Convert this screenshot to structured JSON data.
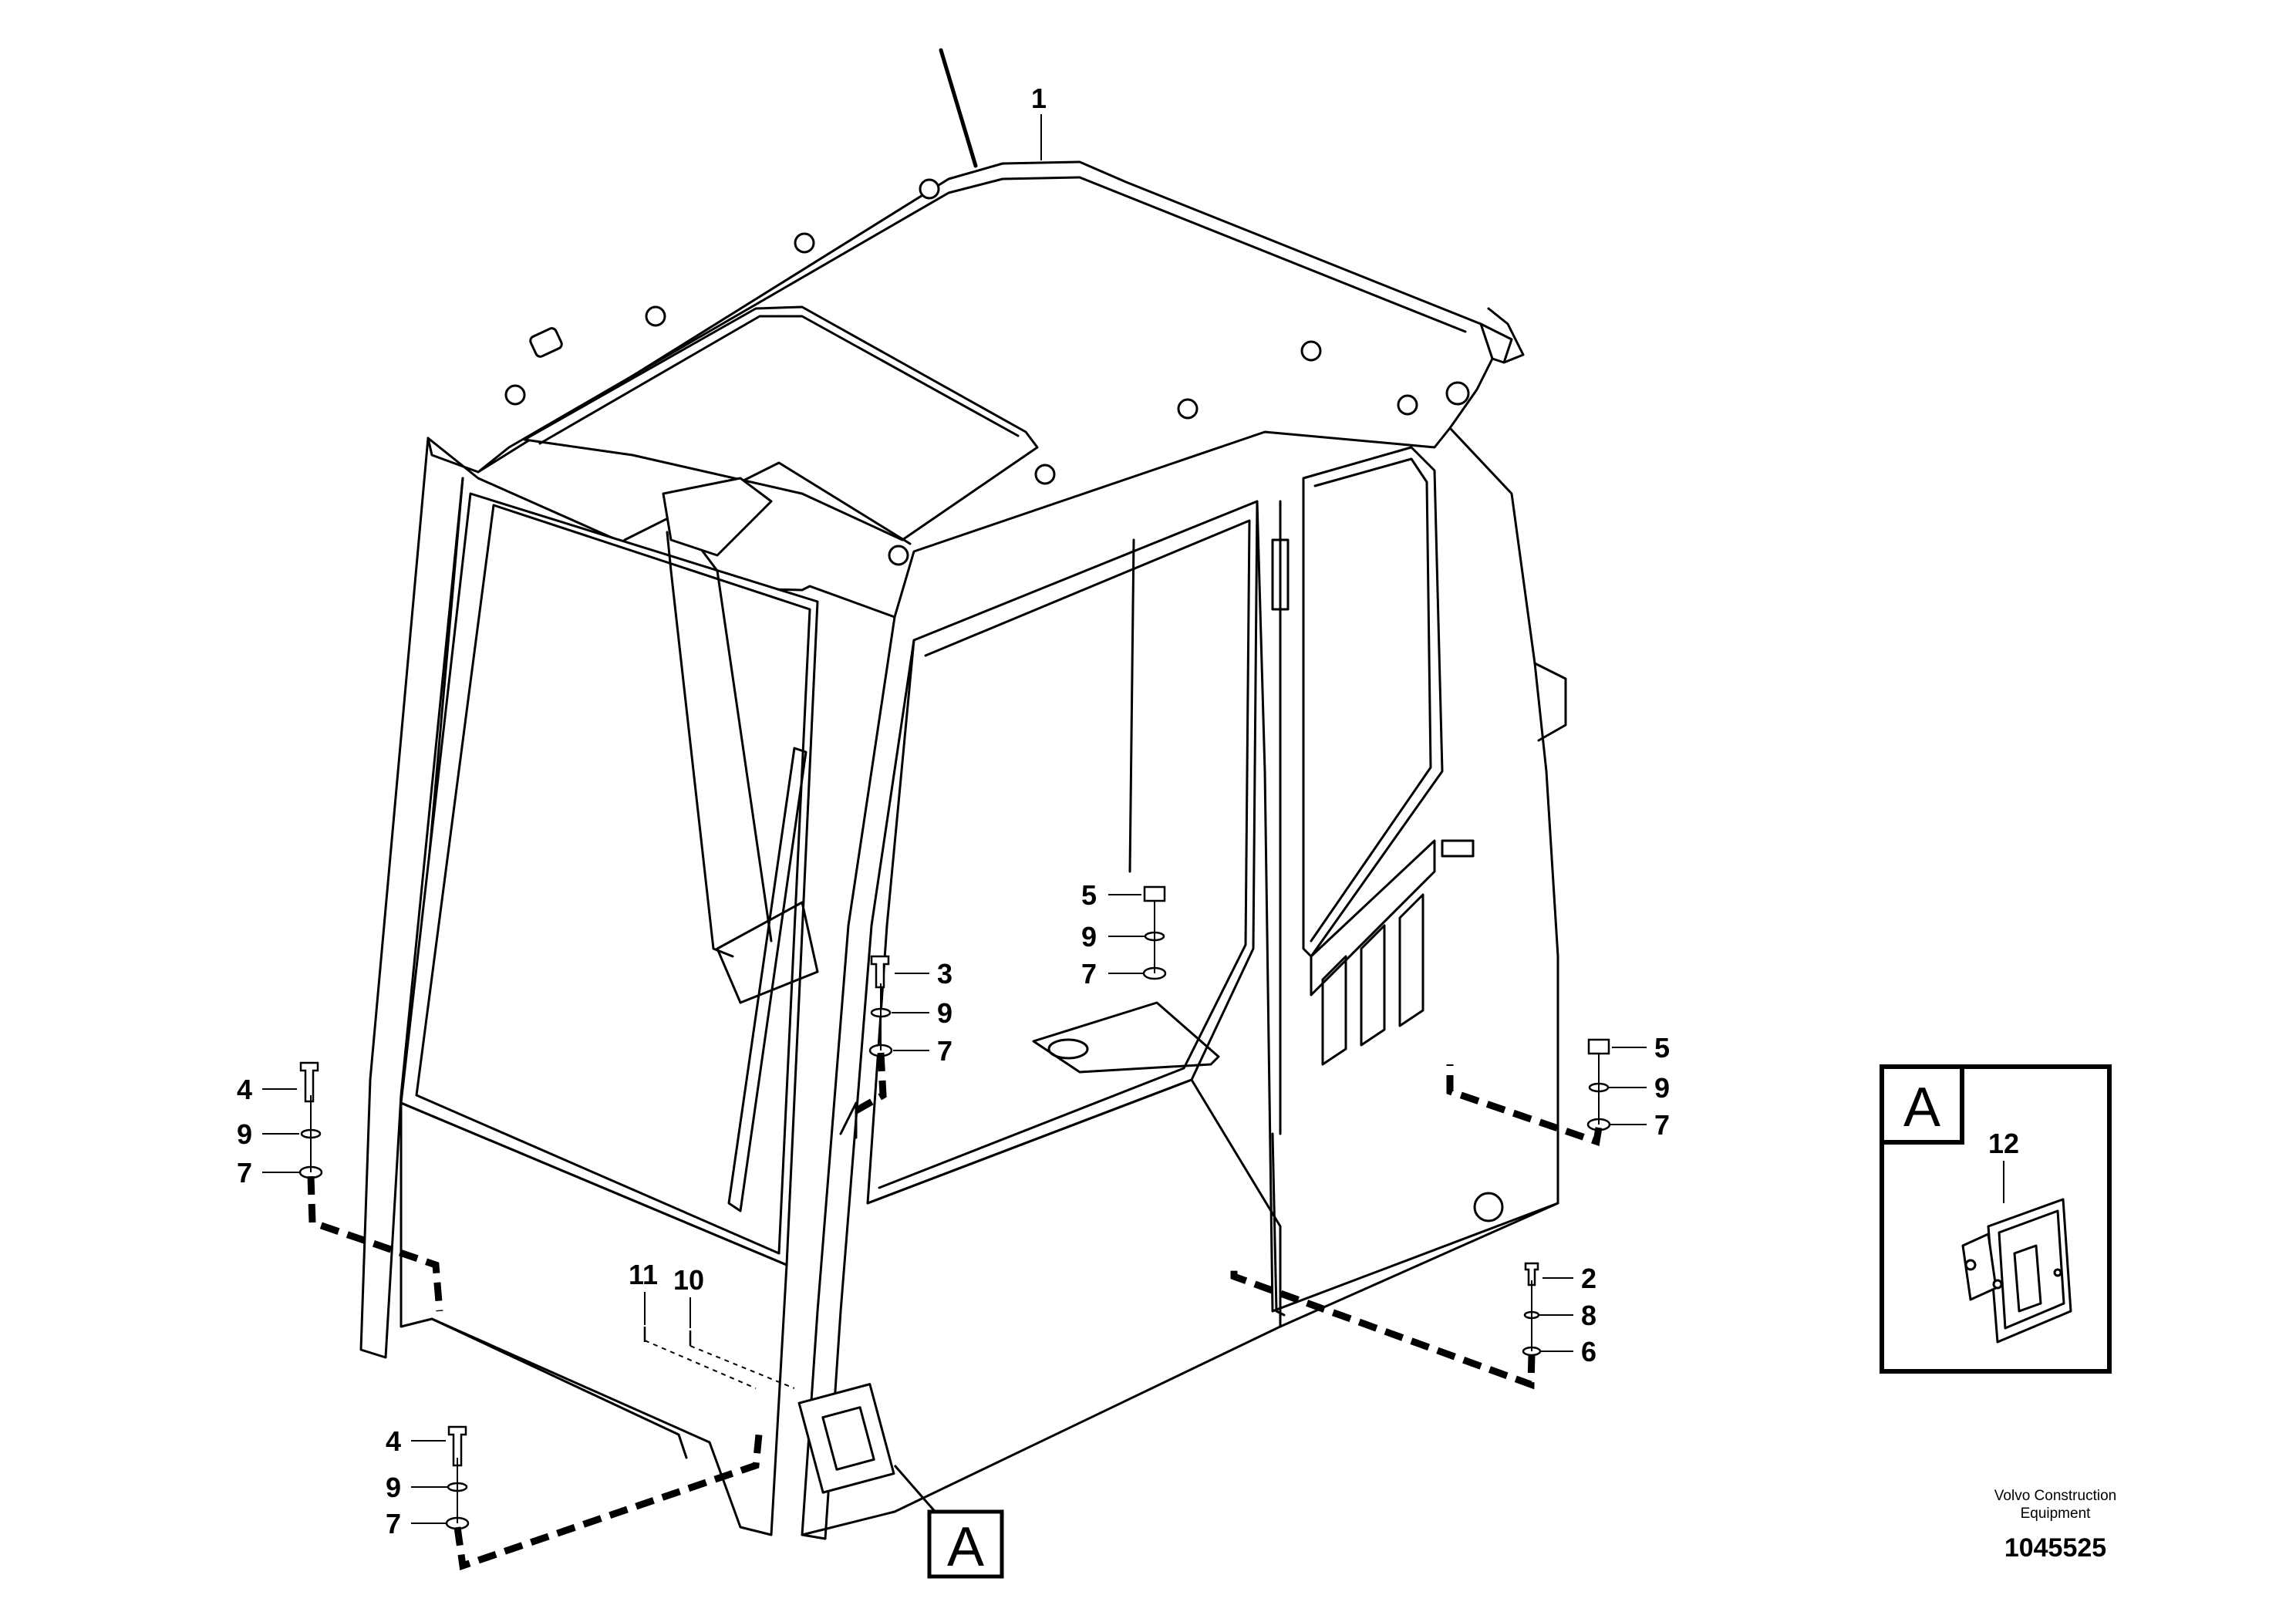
{
  "callouts": {
    "c1": "1",
    "c2": "2",
    "c3": "3",
    "c4a": "4",
    "c4b": "4",
    "c5a": "5",
    "c5b": "5",
    "c6": "6",
    "c7a": "7",
    "c7b": "7",
    "c7c": "7",
    "c7d": "7",
    "c7e": "7",
    "c8": "8",
    "c9a": "9",
    "c9b": "9",
    "c9c": "9",
    "c9d": "9",
    "c9e": "9",
    "c10": "10",
    "c11": "11",
    "c12": "12"
  },
  "detail_label": "A",
  "detail_label_main": "A",
  "credit_line1": "Volvo Construction",
  "credit_line2": "Equipment",
  "doc_number": "1045525"
}
